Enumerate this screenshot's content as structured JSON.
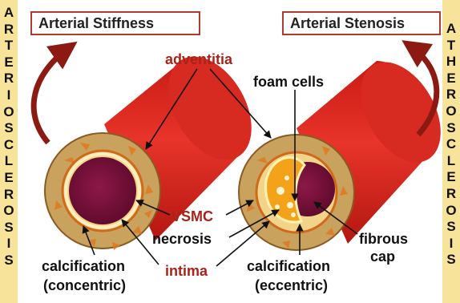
{
  "side_left": [
    "A",
    "R",
    "T",
    "E",
    "R",
    "I",
    "O",
    "S",
    "C",
    "L",
    "E",
    "R",
    "O",
    "S",
    "I",
    "S"
  ],
  "side_right": [
    "A",
    "T",
    "H",
    "E",
    "R",
    "O",
    "S",
    "C",
    "L",
    "E",
    "R",
    "O",
    "S",
    "I",
    "S"
  ],
  "titles": {
    "left": "Arterial Stiffness",
    "right": "Arterial Stenosis"
  },
  "labels": {
    "adventitia": "adventitia",
    "foam_cells": "foam cells",
    "vsmc": "VSMC",
    "necrosis": "necrosis",
    "fibrous_1": "fibrous",
    "fibrous_2": "cap",
    "intima": "intima",
    "calc_left_1": "calcification",
    "calc_left_2": "(concentric)",
    "calc_right_1": "calcification",
    "calc_right_2": "(eccentric)"
  },
  "colors": {
    "vessel_red": "#e0281e",
    "vessel_dark": "#b3170f",
    "wall_tan": "#c9a25e",
    "lumen": "#7a0f3a",
    "label_red": "#a8231a",
    "strip": "#f7e39a"
  }
}
